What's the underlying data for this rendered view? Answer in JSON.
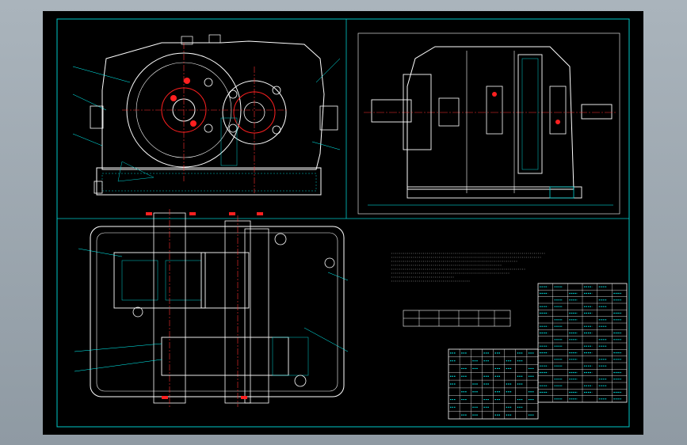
{
  "drawing": {
    "background_color": "#000000",
    "line_colors": {
      "border": "#ffffff",
      "inner_frame": "#00c8c8",
      "outline": "#ffffff",
      "center_line": "#ff3030",
      "dimension": "#00ffff",
      "hatch": "#00d0d0",
      "part_fill_red": "#ff2020"
    },
    "title_block": {
      "rows": 18,
      "columns": 6
    },
    "parts_list": {
      "rows": 9,
      "columns": 8
    }
  }
}
